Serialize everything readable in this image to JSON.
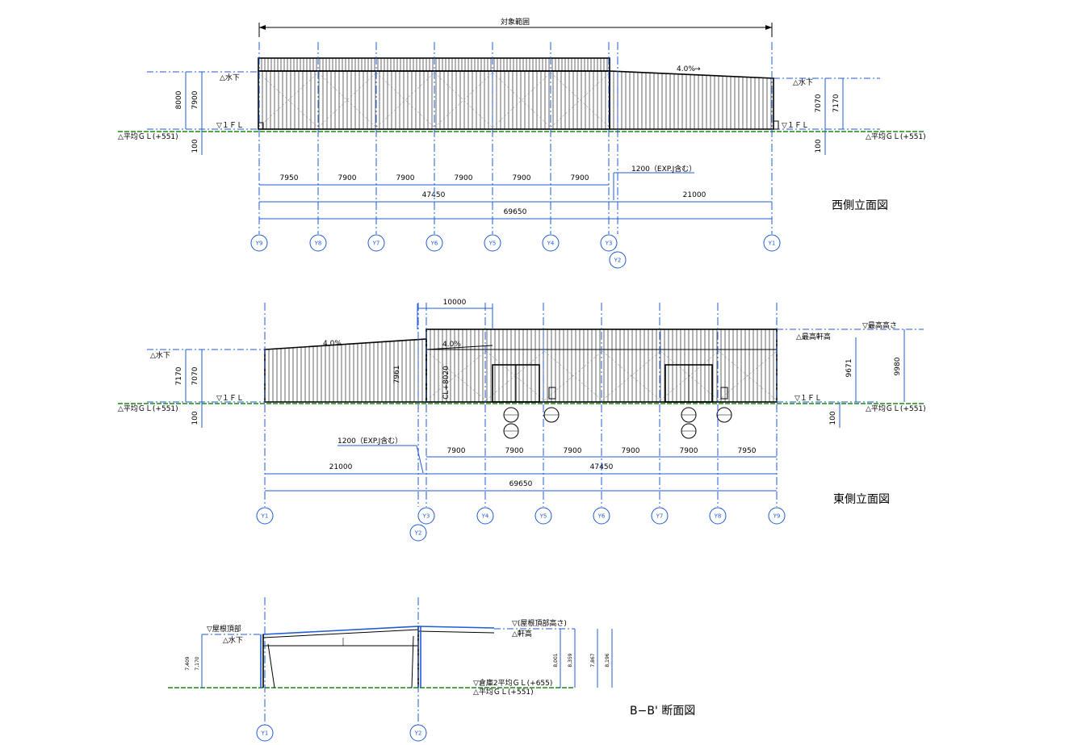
{
  "west": {
    "title": "西側立面図",
    "scope_label": "対象範囲",
    "slope": "4.0%",
    "levels": {
      "mizushita_l": "△水下",
      "fl_l": "▽１ＦＬ",
      "gl_l": "△平均ＧＬ(+551)",
      "mizushita_r": "△水下",
      "fl_r": "▽１ＦＬ",
      "gl_r": "△平均ＧＬ(+551)"
    },
    "vdims": {
      "h8000": "8000",
      "h7900": "7900",
      "h100l": "100",
      "h7070": "7070",
      "h7170": "7170",
      "h100r": "100"
    },
    "dims_row1": [
      "7950",
      "7900",
      "7900",
      "7900",
      "7900",
      "7900"
    ],
    "dims_row2": {
      "a": "47450",
      "b": "21000"
    },
    "overall": "69650",
    "exp_note": "1200（EXP.J含む）",
    "bubbles": [
      "Y9",
      "Y8",
      "Y7",
      "Y6",
      "Y5",
      "Y4",
      "Y3",
      "Y2",
      "Y1"
    ]
  },
  "east": {
    "title": "東側立面図",
    "slope_l": "4.0%",
    "slope_m": "4.0%",
    "top_dim": "10000",
    "levels": {
      "mizushita": "△水下",
      "fl_l": "▽１ＦＬ",
      "gl_l": "△平均ＧＬ(+551)",
      "saikou": "▽最高高さ",
      "nokidaka": "△最高軒高",
      "fl_r": "▽１ＦＬ",
      "gl_r": "△平均ＧＬ(+551)"
    },
    "vdims": {
      "h7170": "7170",
      "h7070": "7070",
      "h100l": "100",
      "h7961": "7961",
      "hcl": "CL+8020",
      "h9671": "9671",
      "h9980": "9980",
      "h100r": "100"
    },
    "dims_row1": [
      "7900",
      "7900",
      "7900",
      "7900",
      "7900",
      "7950"
    ],
    "dims_row2": {
      "a": "21000",
      "b": "47450"
    },
    "overall": "69650",
    "exp_note": "1200（EXP.J含む）",
    "bubbles": [
      "Y1",
      "Y3",
      "Y2",
      "Y4",
      "Y5",
      "Y6",
      "Y7",
      "Y8",
      "Y9"
    ]
  },
  "section": {
    "title": "B−B' 断面図",
    "levels": {
      "okujo": "▽屋根頂部",
      "mizushita": "△水下",
      "okujo_r": "▽(屋根頂部高さ)",
      "nokidaka": "△軒高",
      "soko_gl": "▽倉庫2平均ＧＬ(+655)",
      "gl": "△平均ＧＬ(+551)"
    },
    "vdims": {
      "d1": "7,409",
      "d2": "7,170",
      "d3": "8,001",
      "d4": "8,359",
      "d5": "7,867",
      "d6": "8,196"
    },
    "bubbles": [
      "Y1",
      "Y2"
    ]
  }
}
